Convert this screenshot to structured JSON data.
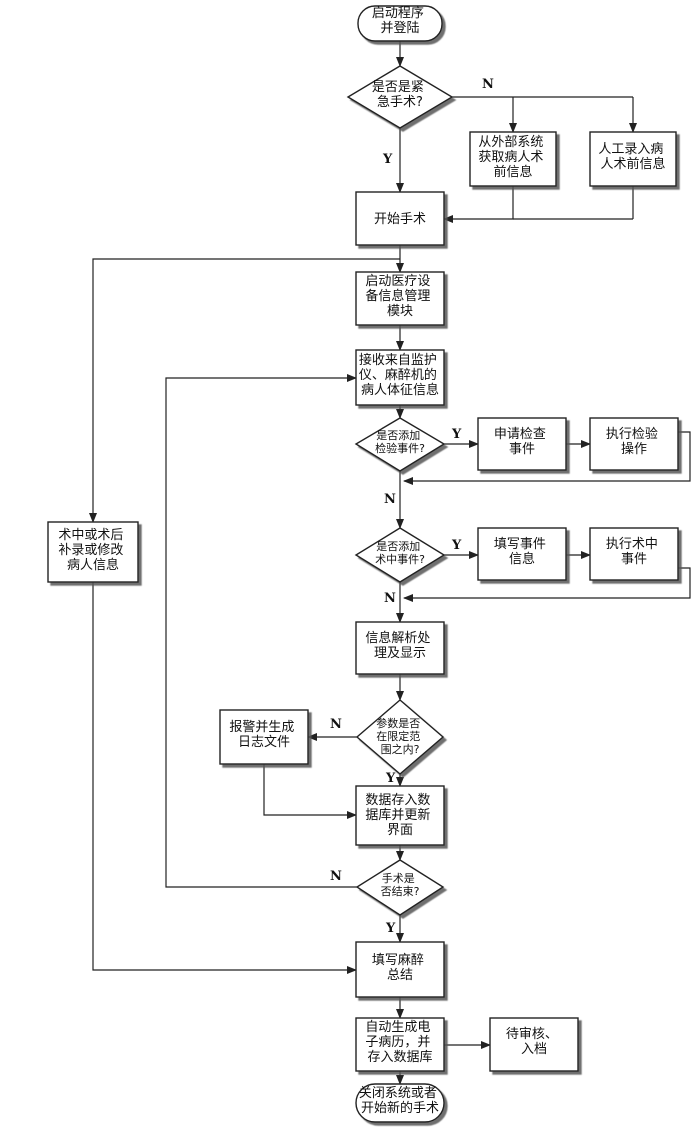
{
  "nodes": {
    "start": [
      "启动程序",
      "并登陆"
    ],
    "emergency": [
      "是否是紧",
      "急手术?"
    ],
    "external": [
      "从外部系统",
      "获取病人术",
      "前信息"
    ],
    "manual": [
      "人工录入病",
      "人术前信息"
    ],
    "begin": [
      "开始手术"
    ],
    "device": [
      "启动医疗设",
      "备信息管理",
      "模块"
    ],
    "receive": [
      "接收来自监护",
      "仪、麻醉机的",
      "病人体征信息"
    ],
    "addexam": [
      "是否添加",
      "检验事件?"
    ],
    "apply": [
      "申请检查",
      "事件"
    ],
    "execexam": [
      "执行检验",
      "操作"
    ],
    "addevent": [
      "是否添加",
      "术中事件?"
    ],
    "fill": [
      "填写事件",
      "信息"
    ],
    "execevent": [
      "执行术中",
      "事件"
    ],
    "parse": [
      "信息解析处",
      "理及显示"
    ],
    "range": [
      "参数是否",
      "在限定范",
      "围之内?"
    ],
    "alarm": [
      "报警并生成",
      "日志文件"
    ],
    "store": [
      "数据存入数",
      "据库并更新",
      "界面"
    ],
    "end": [
      "手术是",
      "否结束?"
    ],
    "anesth": [
      "填写麻醉",
      "总结"
    ],
    "emr": [
      "自动生成电",
      "子病历，并",
      "存入数据库"
    ],
    "review": [
      "待审核、",
      "入档"
    ],
    "close": [
      "关闭系统或者",
      "开始新的手术"
    ],
    "supplement": [
      "术中或术后",
      "补录或修改",
      "病人信息"
    ]
  },
  "labels": {
    "yes": "Y",
    "no": "N"
  }
}
